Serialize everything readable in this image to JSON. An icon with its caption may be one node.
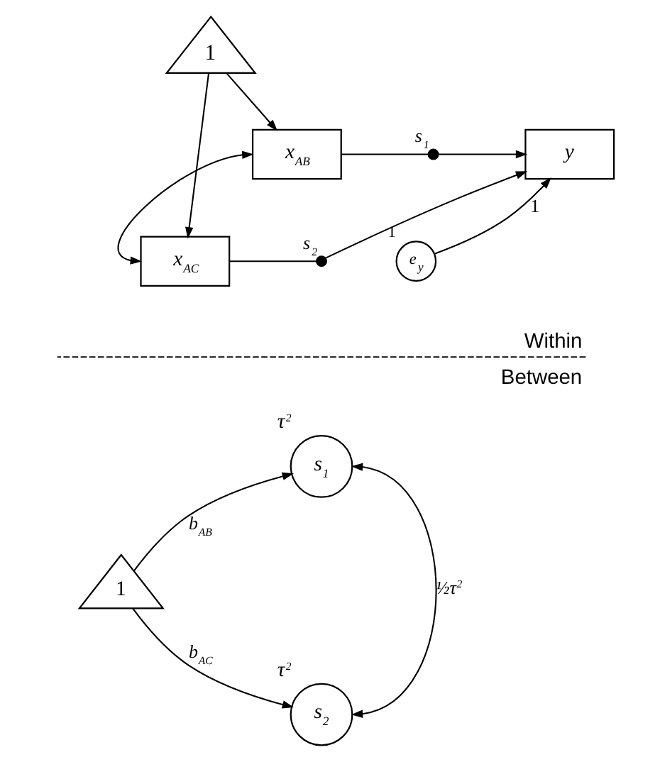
{
  "diagram": {
    "nodes": [
      {
        "text": [
          "1"
        ]
      },
      {
        "text": [
          "x$_{AB}$"
        ]
      },
      {
        "text": [],
        "shape": "dot",
        "beside": [
          "s$_{1}$"
        ]
      },
      {
        "text": [
          "y"
        ]
      },
      {
        "text": [
          "x$_{AC}$"
        ]
      },
      {
        "text": [],
        "shape": "dot",
        "beside": [
          "s$_{2}$"
        ]
      },
      {
        "text": [
          "e$_{y}$"
        ],
        "beside": [
          "1"
        ]
      },
      {
        "text": [
          "1"
        ]
      },
      {
        "text": [
          "s$_{1}$"
        ],
        "beside": [
          "τ$^{2}$"
        ]
      },
      {
        "text": [
          "s$_{2}$"
        ],
        "beside": [
          "τ$^{2}$"
        ]
      }
    ],
    "edges": [
      {
        "from": 0,
        "to": 1,
        "arrow": "to"
      },
      {
        "from": 0,
        "to": 4,
        "arrow": "to"
      },
      {
        "from": 1,
        "to": 4,
        "arrow": "both"
      },
      {
        "from": 1,
        "to": 2,
        "arrow": "none"
      },
      {
        "from": 2,
        "to": 3,
        "arrow": "to"
      },
      {
        "from": 4,
        "to": 5,
        "arrow": "none"
      },
      {
        "from": 5,
        "to": 3,
        "arrow": "to"
      },
      {
        "from": 6,
        "to": 3,
        "arrow": "to",
        "label": "1"
      },
      {
        "from": 7,
        "to": 8,
        "arrow": "to",
        "label": "b$_{AB}$"
      },
      {
        "from": 7,
        "to": 9,
        "arrow": "to",
        "label": "b$_{AC}$"
      },
      {
        "from": 9,
        "to": 8,
        "arrow": "both",
        "label": "½τ$^{2}$"
      }
    ],
    "labels": [
      "Within",
      "Between"
    ]
  }
}
